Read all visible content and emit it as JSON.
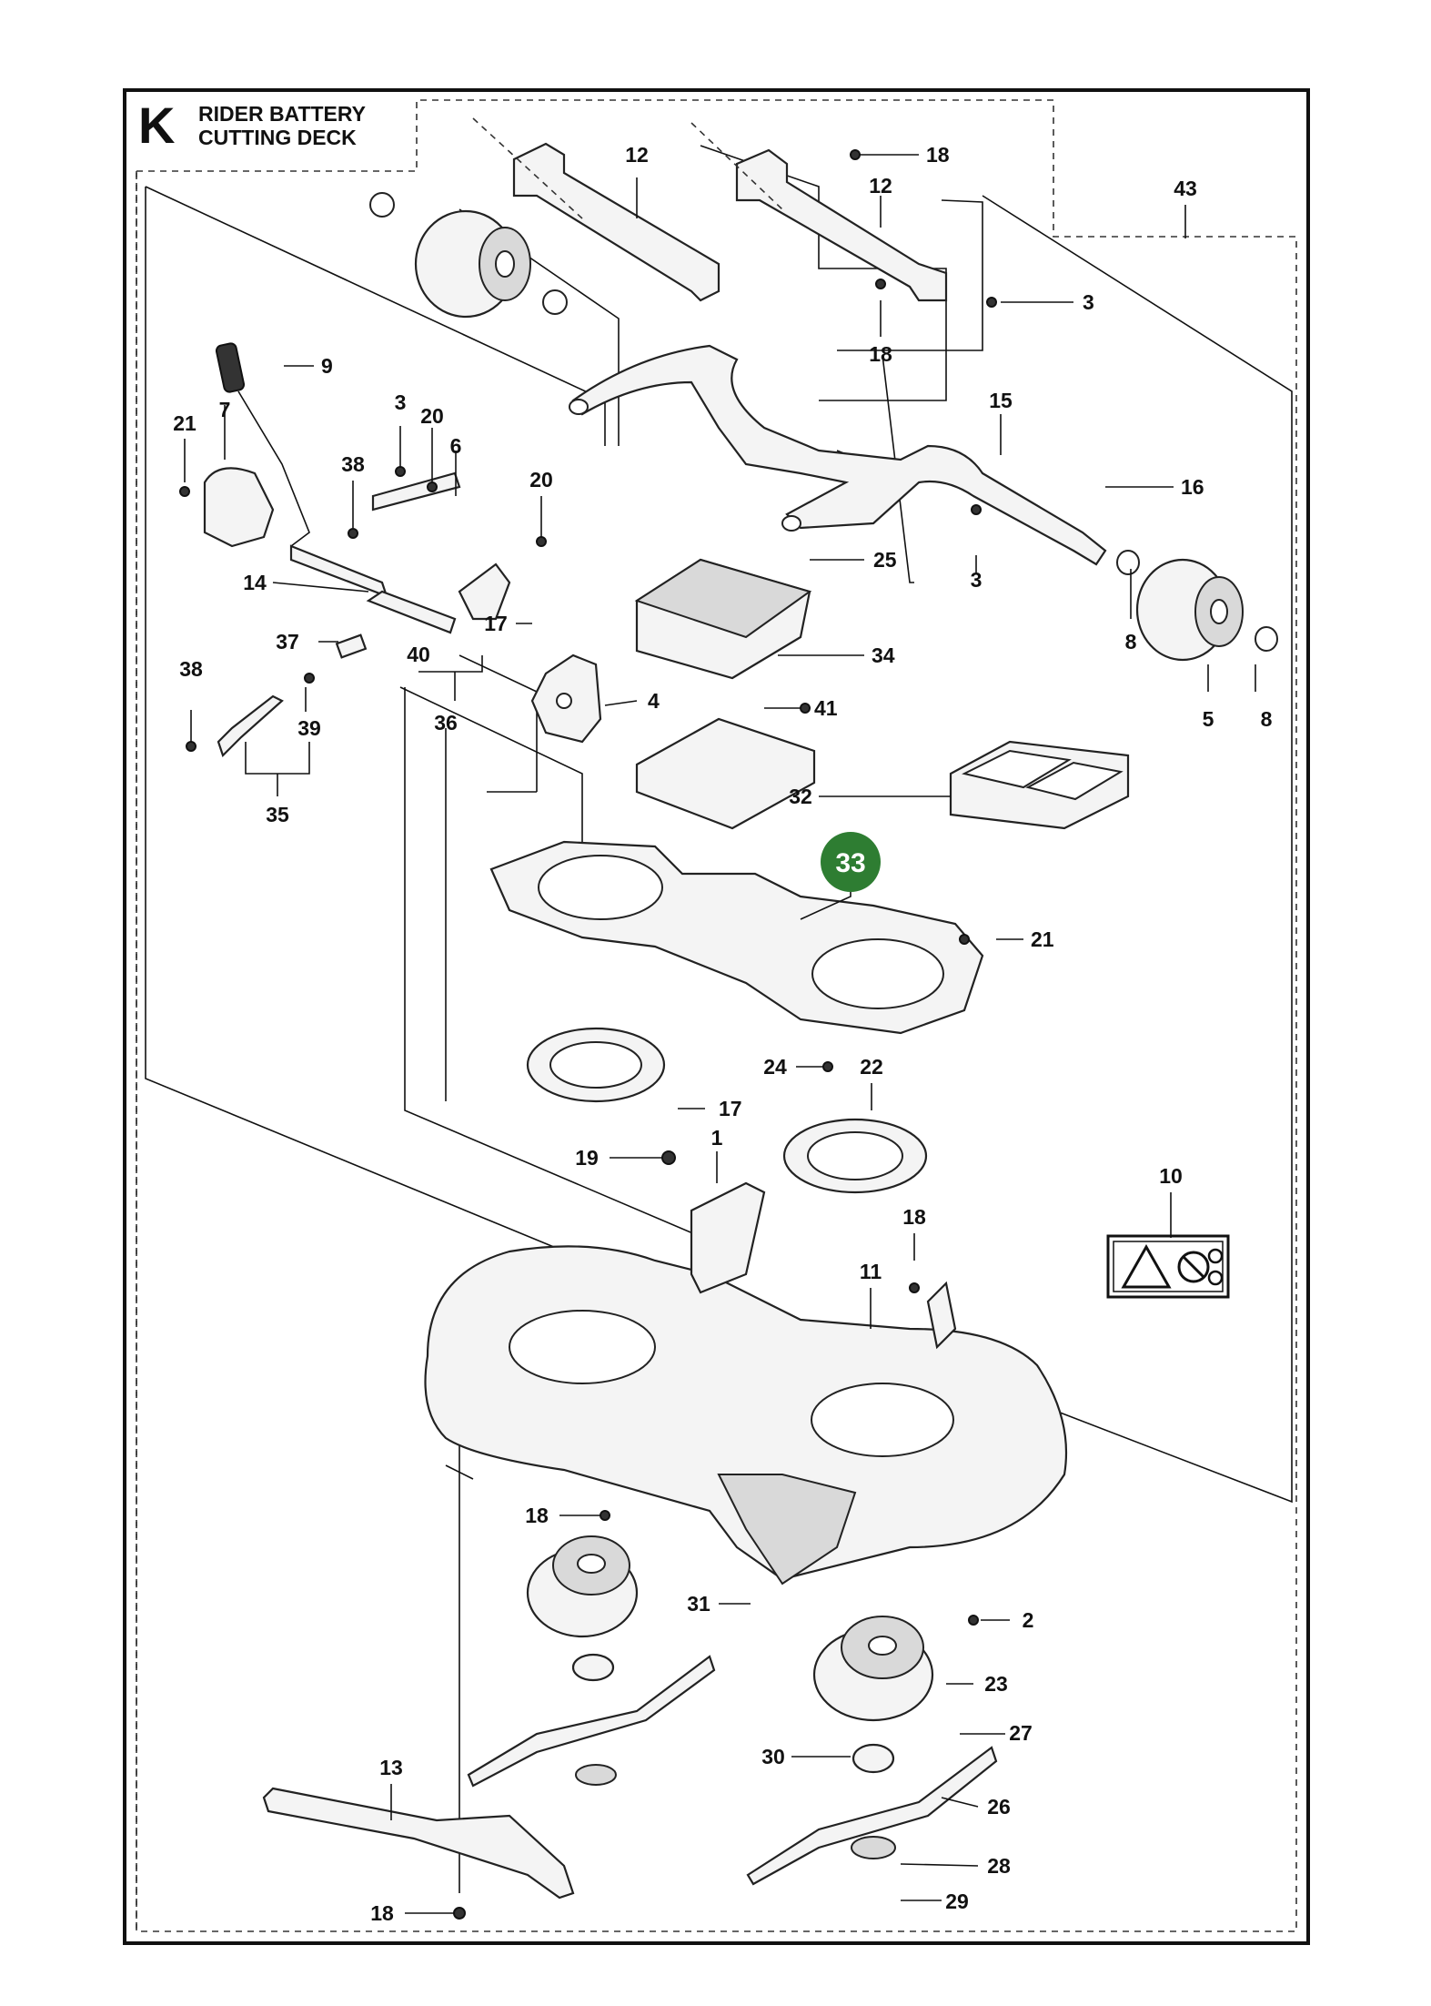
{
  "header": {
    "section_letter": "K",
    "title_line1": "RIDER BATTERY",
    "title_line2": "CUTTING DECK"
  },
  "highlight": {
    "label": "33",
    "color": "#2e7d32"
  },
  "callouts": [
    {
      "id": "c12a",
      "label": "12"
    },
    {
      "id": "c18a",
      "label": "18"
    },
    {
      "id": "c12b",
      "label": "12"
    },
    {
      "id": "c43",
      "label": "43"
    },
    {
      "id": "c3a",
      "label": "3"
    },
    {
      "id": "c18b",
      "label": "18"
    },
    {
      "id": "c9",
      "label": "9"
    },
    {
      "id": "c21a",
      "label": "21"
    },
    {
      "id": "c7",
      "label": "7"
    },
    {
      "id": "c3b",
      "label": "3"
    },
    {
      "id": "c20a",
      "label": "20"
    },
    {
      "id": "c6",
      "label": "6"
    },
    {
      "id": "c38a",
      "label": "38"
    },
    {
      "id": "c20b",
      "label": "20"
    },
    {
      "id": "c15",
      "label": "15"
    },
    {
      "id": "c16",
      "label": "16"
    },
    {
      "id": "c14",
      "label": "14"
    },
    {
      "id": "c25",
      "label": "25"
    },
    {
      "id": "c3c",
      "label": "3"
    },
    {
      "id": "c37",
      "label": "37"
    },
    {
      "id": "c17a",
      "label": "17"
    },
    {
      "id": "c40",
      "label": "40"
    },
    {
      "id": "c8a",
      "label": "8"
    },
    {
      "id": "c34",
      "label": "34"
    },
    {
      "id": "c38b",
      "label": "38"
    },
    {
      "id": "c4",
      "label": "4"
    },
    {
      "id": "c41",
      "label": "41"
    },
    {
      "id": "c5",
      "label": "5"
    },
    {
      "id": "c8b",
      "label": "8"
    },
    {
      "id": "c36",
      "label": "36"
    },
    {
      "id": "c39",
      "label": "39"
    },
    {
      "id": "c35",
      "label": "35"
    },
    {
      "id": "c32",
      "label": "32"
    },
    {
      "id": "c21b",
      "label": "21"
    },
    {
      "id": "c24",
      "label": "24"
    },
    {
      "id": "c22",
      "label": "22"
    },
    {
      "id": "c17b",
      "label": "17"
    },
    {
      "id": "c19",
      "label": "19"
    },
    {
      "id": "c1",
      "label": "1"
    },
    {
      "id": "c10",
      "label": "10"
    },
    {
      "id": "c18c",
      "label": "18"
    },
    {
      "id": "c11",
      "label": "11"
    },
    {
      "id": "c18d",
      "label": "18"
    },
    {
      "id": "c31",
      "label": "31"
    },
    {
      "id": "c2",
      "label": "2"
    },
    {
      "id": "c23",
      "label": "23"
    },
    {
      "id": "c27",
      "label": "27"
    },
    {
      "id": "c30",
      "label": "30"
    },
    {
      "id": "c13",
      "label": "13"
    },
    {
      "id": "c26",
      "label": "26"
    },
    {
      "id": "c28",
      "label": "28"
    },
    {
      "id": "c29",
      "label": "29"
    },
    {
      "id": "c18e",
      "label": "18"
    }
  ]
}
